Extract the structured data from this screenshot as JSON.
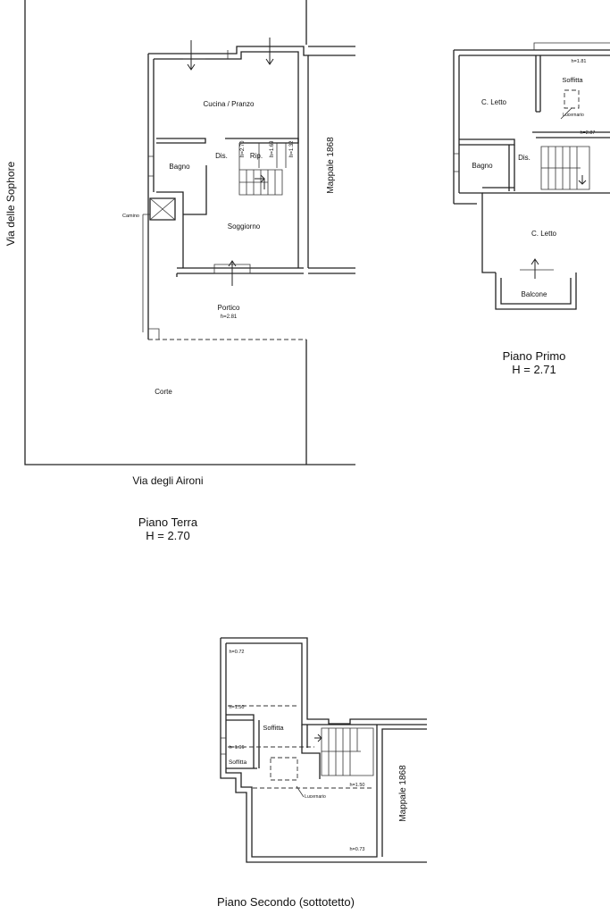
{
  "streets": {
    "left": "Via delle Sophore",
    "bottom": "Via degli Aironi"
  },
  "piano_terra": {
    "title": "Piano Terra",
    "height": "H = 2.70",
    "rooms": {
      "cucina": "Cucina / Pranzo",
      "dis": "Dis.",
      "rip": "Rip.",
      "bagno": "Bagno",
      "soggiorno": "Soggiorno",
      "portico": "Portico",
      "portico_h": "h=2.81",
      "corte": "Corte",
      "camino": "Camino"
    },
    "heights": [
      "h=2.70",
      "h=1.69",
      "h=1.32"
    ],
    "mappale": "Mappale 1868"
  },
  "piano_primo": {
    "title": "Piano Primo",
    "height": "H = 2.71",
    "rooms": {
      "letto1": "C. Letto",
      "soffitta": "Soffitta",
      "lucernario": "Lucernario",
      "bagno": "Bagno",
      "dis": "Dis.",
      "letto2": "C. Letto",
      "balcone": "Balcone"
    },
    "heights": [
      "h=1.81",
      "h=2.87"
    ]
  },
  "piano_secondo": {
    "title": "Piano Secondo (sottotetto)",
    "rooms": {
      "soffitta1": "Soffitta",
      "soffitta2": "Soffitta",
      "lucernario": "Lucernario"
    },
    "heights": [
      "h=0.72",
      "h=1.50",
      "h=1.96",
      "h=1.50",
      "h=0.73"
    ],
    "mappale": "Mappale 1868"
  }
}
